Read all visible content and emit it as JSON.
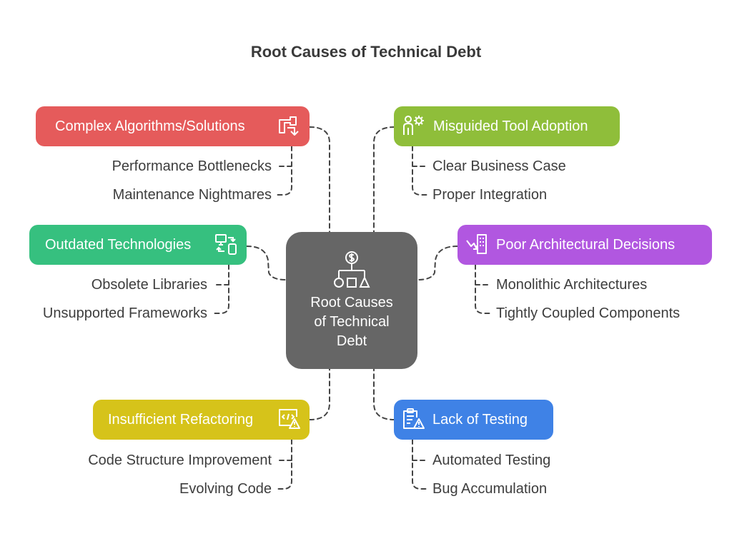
{
  "title": "Root Causes of Technical Debt",
  "center": {
    "label": "Root Causes\nof Technical\nDebt",
    "icon": "flowchart-dollar-icon"
  },
  "nodes": [
    {
      "label": "Complex Algorithms/Solutions",
      "color": "#e55b5b",
      "icon": "puzzle-arrow-icon",
      "subs": [
        "Performance Bottlenecks",
        "Maintenance Nightmares"
      ]
    },
    {
      "label": "Misguided Tool Adoption",
      "color": "#8fbe3a",
      "icon": "person-gear-icon",
      "subs": [
        "Clear Business Case",
        "Proper Integration"
      ]
    },
    {
      "label": "Outdated Technologies",
      "color": "#36c07f",
      "icon": "devices-transfer-icon",
      "subs": [
        "Obsolete Libraries",
        "Unsupported Frameworks"
      ]
    },
    {
      "label": "Poor Architectural Decisions",
      "color": "#b157e0",
      "icon": "building-decline-icon",
      "subs": [
        "Monolithic Architectures",
        "Tightly Coupled Components"
      ]
    },
    {
      "label": "Insufficient Refactoring",
      "color": "#d6c31a",
      "icon": "code-warning-icon",
      "subs": [
        "Code Structure Improvement",
        "Evolving Code"
      ]
    },
    {
      "label": "Lack of Testing",
      "color": "#3f82e6",
      "icon": "clipboard-warning-icon",
      "subs": [
        "Automated Testing",
        "Bug Accumulation"
      ]
    }
  ]
}
